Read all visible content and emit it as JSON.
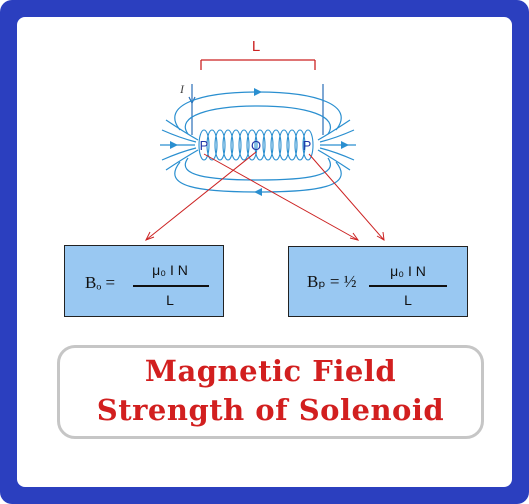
{
  "diagram": {
    "length_label": "L",
    "current_label": "I",
    "point_left_label": "P",
    "center_label": "O",
    "point_right_label": "P"
  },
  "formula_center": {
    "lhs": "Bₒ =",
    "numerator": "μ₀ I N",
    "denominator": "L"
  },
  "formula_end": {
    "lhs": "Bₚ = ½",
    "numerator": "μ₀ I N",
    "denominator": "L"
  },
  "title": {
    "line1": "Magnetic Field",
    "line2": "Strength of Solenoid"
  },
  "colors": {
    "frame": "#2b3fbf",
    "formula_box": "#99c8f2",
    "title_text": "#d21f1f",
    "field_lines": "#2a8fd0",
    "arrows": "#cc2222"
  }
}
